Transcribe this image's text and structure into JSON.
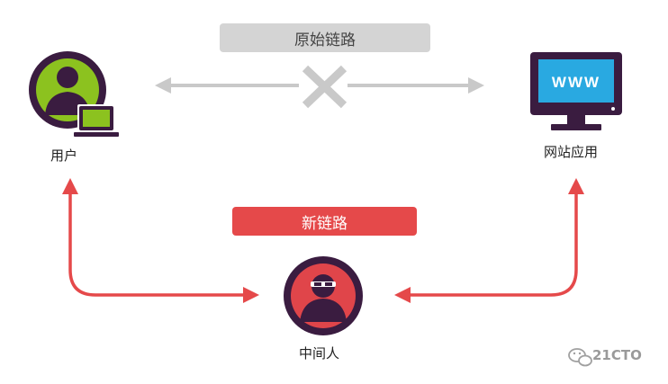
{
  "original_link_label": "原始链路",
  "new_link_label": "新链路",
  "nodes": {
    "user": {
      "label": "用户",
      "icon": "user-with-laptop-icon"
    },
    "website": {
      "label": "网站应用",
      "icon": "monitor-www-icon",
      "screen_text": "WWW"
    },
    "mitm": {
      "label": "中间人",
      "icon": "masked-person-icon"
    }
  },
  "watermark": {
    "icon": "wechat-icon",
    "text": "21CTO"
  },
  "colors": {
    "red": "#e5494a",
    "gray_arrow": "#c9c9c9",
    "user_green": "#8cc21f",
    "dark_purple": "#3a1c40",
    "screen_blue": "#29a9e1",
    "mitm_red": "#e0454a"
  }
}
